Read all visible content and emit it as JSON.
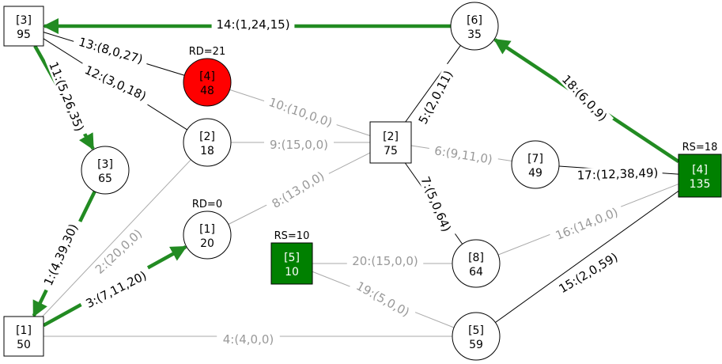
{
  "colors": {
    "background": "#ffffff",
    "node_stroke": "#000000",
    "highlight_node": "#ff0000",
    "selected_node": "#008000",
    "active_edge": "#228b22",
    "dim_edge": "#aaaaaa",
    "dim_label": "#999999",
    "normal_edge": "#000000"
  },
  "nodes": [
    {
      "id": "s3",
      "shape": "square",
      "label": "[3]",
      "value": "95",
      "fill": "#ffffff"
    },
    {
      "id": "s1",
      "shape": "square",
      "label": "[1]",
      "value": "50",
      "fill": "#ffffff"
    },
    {
      "id": "s2",
      "shape": "square",
      "label": "[2]",
      "value": "75",
      "fill": "#ffffff"
    },
    {
      "id": "s5",
      "shape": "square",
      "label": "[5]",
      "value": "10",
      "fill": "#008000",
      "annotation": "RS=10"
    },
    {
      "id": "s4",
      "shape": "square",
      "label": "[4]",
      "value": "135",
      "fill": "#008000",
      "annotation": "RS=18"
    },
    {
      "id": "c3",
      "shape": "circle",
      "label": "[3]",
      "value": "65",
      "fill": "#ffffff"
    },
    {
      "id": "c4",
      "shape": "circle",
      "label": "[4]",
      "value": "48",
      "fill": "#ff0000",
      "annotation": "RD=21"
    },
    {
      "id": "c2",
      "shape": "circle",
      "label": "[2]",
      "value": "18",
      "fill": "#ffffff"
    },
    {
      "id": "c1",
      "shape": "circle",
      "label": "[1]",
      "value": "20",
      "fill": "#ffffff",
      "annotation": "RD=0"
    },
    {
      "id": "c6",
      "shape": "circle",
      "label": "[6]",
      "value": "35",
      "fill": "#ffffff"
    },
    {
      "id": "c7",
      "shape": "circle",
      "label": "[7]",
      "value": "49",
      "fill": "#ffffff"
    },
    {
      "id": "c8",
      "shape": "circle",
      "label": "[8]",
      "value": "64",
      "fill": "#ffffff"
    },
    {
      "id": "c5",
      "shape": "circle",
      "label": "[5]",
      "value": "59",
      "fill": "#ffffff"
    }
  ],
  "edges": [
    {
      "id": "e14",
      "from": "c6",
      "to": "s3",
      "label": "14:(1,24,15)",
      "style": "active",
      "arrow": true
    },
    {
      "id": "e13",
      "from": "s3",
      "to": "c4",
      "label": "13:(8,0,27)",
      "style": "normal"
    },
    {
      "id": "e12",
      "from": "s3",
      "to": "c2",
      "label": "12:(3,0,18)",
      "style": "normal"
    },
    {
      "id": "e11",
      "from": "s3",
      "to": "c3",
      "label": "11:(5,26,35)",
      "style": "active",
      "arrow": true
    },
    {
      "id": "e1",
      "from": "c3",
      "to": "s1",
      "label": "1:(4,39,30)",
      "style": "active",
      "arrow": true
    },
    {
      "id": "e3",
      "from": "s1",
      "to": "c1",
      "label": "3:(7,11,20)",
      "style": "active",
      "arrow": true
    },
    {
      "id": "e2",
      "from": "s1",
      "to": "c2",
      "label": "2:(20,0,0)",
      "style": "dim"
    },
    {
      "id": "e4",
      "from": "s1",
      "to": "c5",
      "label": "4:(4,0,0)",
      "style": "dim"
    },
    {
      "id": "e10",
      "from": "c4",
      "to": "s2",
      "label": "10:(10,0,0)",
      "style": "dim"
    },
    {
      "id": "e9",
      "from": "c2",
      "to": "s2",
      "label": "9:(15,0,0)",
      "style": "dim"
    },
    {
      "id": "e8",
      "from": "c1",
      "to": "s2",
      "label": "8:(13,0,0)",
      "style": "dim"
    },
    {
      "id": "e5",
      "from": "s2",
      "to": "c6",
      "label": "5:(2,0,11)",
      "style": "normal"
    },
    {
      "id": "e6",
      "from": "s2",
      "to": "c7",
      "label": "6:(9,11,0)",
      "style": "dim"
    },
    {
      "id": "e7",
      "from": "s2",
      "to": "c8",
      "label": "7:(5,0,64)",
      "style": "normal"
    },
    {
      "id": "e20",
      "from": "s5",
      "to": "c8",
      "label": "20:(15,0,0)",
      "style": "dim"
    },
    {
      "id": "e19",
      "from": "s5",
      "to": "c5",
      "label": "19:(5,0,0)",
      "style": "dim"
    },
    {
      "id": "e18",
      "from": "s4",
      "to": "c6",
      "label": "18:(6,0,9)",
      "style": "active",
      "arrow": true
    },
    {
      "id": "e17",
      "from": "c7",
      "to": "s4",
      "label": "17:(12,38,49)",
      "style": "normal"
    },
    {
      "id": "e16",
      "from": "c8",
      "to": "s4",
      "label": "16:(14,0,0)",
      "style": "dim"
    },
    {
      "id": "e15",
      "from": "c5",
      "to": "s4",
      "label": "15:(2,0,59)",
      "style": "normal"
    }
  ]
}
